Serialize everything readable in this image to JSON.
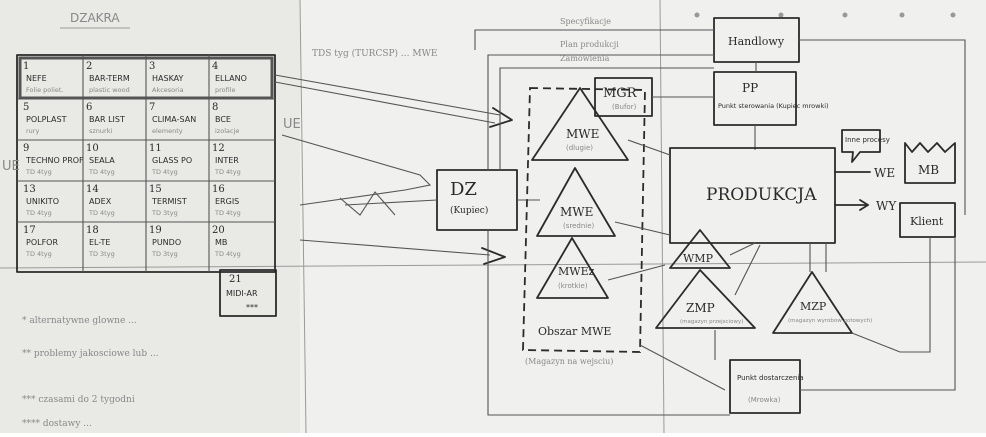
{
  "title": "DZAKRA",
  "grid": {
    "cells": [
      {
        "n": "1",
        "name": "NEFE",
        "sub": "Folie poliet."
      },
      {
        "n": "2",
        "name": "BAR-TERM",
        "sub": "plastic wood"
      },
      {
        "n": "3",
        "name": "HASKAY",
        "sub": "Akcesoria"
      },
      {
        "n": "4",
        "name": "ELLANO",
        "sub": "profile"
      },
      {
        "n": "5",
        "name": "POLPLAST",
        "sub": "rury"
      },
      {
        "n": "6",
        "name": "BAR LIST",
        "sub": "sznurki"
      },
      {
        "n": "7",
        "name": "CLIMA-SAN",
        "sub": "elementy"
      },
      {
        "n": "8",
        "name": "BCE",
        "sub": "izolacje"
      },
      {
        "n": "9",
        "name": "TECHNO PROF",
        "sub": "TD 4tyg"
      },
      {
        "n": "10",
        "name": "SEALA",
        "sub": "TD 4tyg"
      },
      {
        "n": "11",
        "name": "GLASS PO",
        "sub": "TD 4tyg"
      },
      {
        "n": "12",
        "name": "INTER",
        "sub": "TD 4tyg"
      },
      {
        "n": "13",
        "name": "UNIKITO",
        "sub": "TD 4tyg"
      },
      {
        "n": "14",
        "name": "ADEX",
        "sub": "TD 4tyg"
      },
      {
        "n": "15",
        "name": "TERMIST",
        "sub": "TD 3tyg"
      },
      {
        "n": "16",
        "name": "ERGIS",
        "sub": "TD 4tyg"
      },
      {
        "n": "17",
        "name": "POLFOR",
        "sub": "TD 4tyg"
      },
      {
        "n": "18",
        "name": "EL-TE",
        "sub": "TD 3tyg"
      },
      {
        "n": "19",
        "name": "PUNDO",
        "sub": "TD 3tyg"
      },
      {
        "n": "20",
        "name": "MB",
        "sub": "TD 4tyg"
      }
    ],
    "extra": {
      "n": "21",
      "name": "MIDI-AR",
      "stars": "***"
    }
  },
  "legend": [
    "* alternatywne glowne ...",
    "** problemy jakosciowe lub ...",
    "*** czasami do 2 tygodni",
    "**** dostawy ..."
  ],
  "labels": {
    "ue_left": "UE",
    "ue_mid": "UE",
    "top_note": "TDS tyg (TURCSP) ... MWE",
    "specyfikacje": "Specyfikacje",
    "plan": "Plan produkcji",
    "zamowienia": "Zamowienia",
    "dz_title": "DZ",
    "dz_sub": "(Kupiec)",
    "mgr_title": "MGR",
    "mgr_sub": "(Bufor)",
    "handlowy": "Handlowy",
    "pp_title": "PP",
    "pp_sub": "Punkt sterowania (Kupiec mrowki)",
    "mwe_top": "MWE",
    "mwe_top_sub": "(dlugie)",
    "mwe_mid": "MWE",
    "mwe_mid_sub": "(srednie)",
    "mwe_bot": "MWEz",
    "mwe_bot_sub": "(krotkie)",
    "obszar": "Obszar MWE",
    "obszar_sub": "(Magazyn na wejsciu)",
    "produkcja": "PRODUKCJA",
    "wmp": "WMP",
    "zmp": "ZMP",
    "zmp_sub": "(magazyn przejsciowy)",
    "mzp": "MZP",
    "mzp_sub": "(magazyn wyrobow gotowych)",
    "inne": "Inne procesy",
    "we": "WE",
    "wy": "WY",
    "mb": "MB",
    "klient": "Klient",
    "punkt": "Punkt dostarczenia",
    "punkt_sub": "(Mrowka)"
  }
}
